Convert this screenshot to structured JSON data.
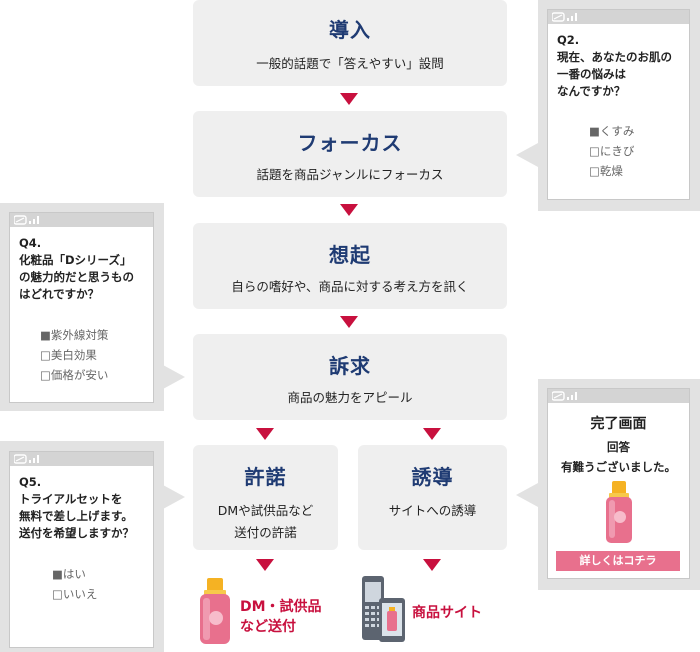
{
  "steps": {
    "intro": {
      "title": "導入",
      "sub": "一般的話題で「答えやすい」設問"
    },
    "focus": {
      "title": "フォーカス",
      "sub": "話題を商品ジャンルにフォーカス"
    },
    "recall": {
      "title": "想起",
      "sub": "自らの嗜好や、商品に対する考え方を訊く"
    },
    "appeal": {
      "title": "訴求",
      "sub": "商品の魅力をアピール"
    },
    "permit": {
      "title": "許諾",
      "sub1": "DMや試供品など",
      "sub2": "送付の許諾"
    },
    "induce": {
      "title": "誘導",
      "sub": "サイトへの誘導"
    }
  },
  "q2": {
    "lines": [
      "Q2.",
      "現在、あなたのお肌の",
      "一番の悩みは",
      "なんですか？"
    ],
    "options": [
      "■くすみ",
      "□にきび",
      "□乾燥"
    ]
  },
  "q4": {
    "lines": [
      "Q4.",
      "化粧品「Dシリーズ」",
      "の魅力的だと思うもの",
      "はどれですか？"
    ],
    "options": [
      "■紫外線対策",
      "□美白効果",
      "□価格が安い"
    ]
  },
  "q5": {
    "lines": [
      "Q5.",
      "トライアルセットを",
      "無料で差し上げます。",
      "送付を希望しますか？"
    ],
    "options": [
      "■はい",
      "□いいえ"
    ]
  },
  "complete": {
    "title": "完了画面",
    "line1": "回答",
    "line2": "有難うございました。",
    "button": "詳しくはコチラ"
  },
  "results": {
    "dm_line1": "DM・試供品",
    "dm_line2": "など送付",
    "site": "商品サイト"
  },
  "colors": {
    "accent": "#c8103e",
    "title": "#1f3b73",
    "box": "#efefef",
    "panel": "#e2e2e2",
    "pink": "#e8708d",
    "bottle_yellow": "#f5b223"
  }
}
